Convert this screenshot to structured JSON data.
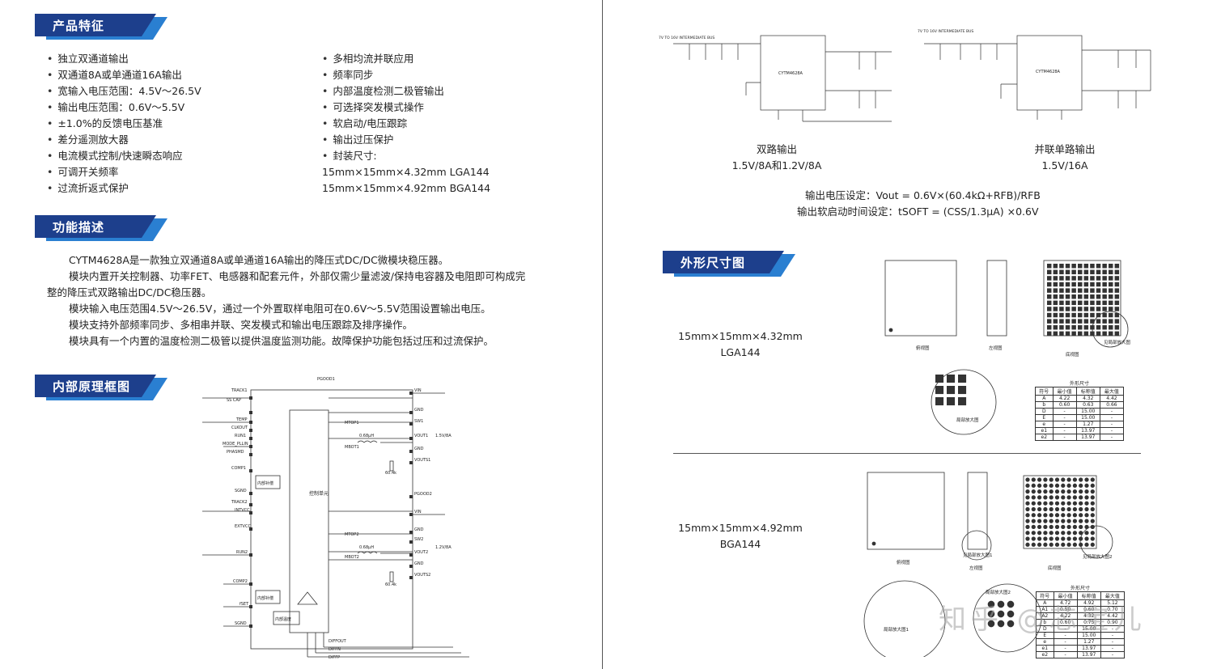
{
  "sections": {
    "features_title": "产品特征",
    "desc_title": "功能描述",
    "block_title": "内部原理框图",
    "outline_title": "外形尺寸图"
  },
  "features_left": [
    "独立双通道输出",
    "双通道8A或单通道16A输出",
    "宽输入电压范围：4.5V～26.5V",
    "输出电压范围：0.6V～5.5V",
    "±1.0%的反馈电压基准",
    "差分遥测放大器",
    "电流模式控制/快速瞬态响应",
    "可调开关频率",
    "过流折返式保护"
  ],
  "features_right": [
    "多相均流并联应用",
    "频率同步",
    "内部温度检测二极管输出",
    "可选择突发模式操作",
    "软启动/电压跟踪",
    "输出过压保护",
    "封装尺寸:"
  ],
  "package_lines": [
    "15mm×15mm×4.32mm LGA144",
    "15mm×15mm×4.92mm BGA144"
  ],
  "description": [
    "CYTM4628A是一款独立双通道8A或单通道16A输出的降压式DC/DC微模块稳压器。",
    "模块内置开关控制器、功率FET、电感器和配套元件，外部仅需少量滤波/保持电容器及电阻即可构成完",
    "整的降压式双路输出DC/DC稳压器。",
    "模块输入电压范围4.5V～26.5V，通过一个外置取样电阻可在0.6V～5.5V范围设置输出电压。",
    "模块支持外部频率同步、多相串并联、突发模式和输出电压跟踪及排序操作。",
    "模块具有一个内置的温度检测二极管以提供温度监测功能。故障保护功能包括过压和过流保护。"
  ],
  "app_circuits": {
    "dual_title": "双路输出",
    "dual_sub": "1.5V/8A和1.2V/8A",
    "single_title": "并联单路输出",
    "single_sub": "1.5V/16A",
    "formula1": "输出电压设定：Vout = 0.6V×(60.4kΩ+RFB)/RFB",
    "formula2": "输出软启动时间设定：tSOFT =  (CSS/1.3μA) ×0.6V",
    "chip_label": "CYTM4628A",
    "input_label": "7V TO 16V INTERMEDIATE BUS"
  },
  "block_diagram": {
    "core_label": "控制单元",
    "osc_label": "内部补偿",
    "temp_label": "内部温度",
    "ref_label": "内部补偿",
    "pgood": "PGOOD1",
    "pins_left": [
      "TRACK1",
      "SS CAP",
      "TEMP",
      "CLKOUT",
      "RUN1",
      "MODE_PLLIN",
      "PHASMD",
      "COMP1",
      "SGND",
      "TRACK2",
      "INTVCC",
      "EXTVCC",
      "RUN2",
      "COMP2",
      "fSET",
      "SGND"
    ],
    "pins_right": [
      "VIN",
      "GND",
      "SW1",
      "VOUT1",
      "GND",
      "VOUTS1",
      "PGOOD2",
      "VIN",
      "GND",
      "SW2",
      "VOUT2",
      "GND",
      "VOUTS2"
    ],
    "bottom_pins": [
      "DIFFOUT",
      "DIFFN",
      "DIFFP"
    ],
    "parts": [
      "MTOP1",
      "MBOT1",
      "MTOP2",
      "MBOT2",
      "0.68μH",
      "0.68μH",
      "1.5V/8A",
      "1.2V/8A",
      "60.4k",
      "60.4k"
    ]
  },
  "outline": {
    "lga_label1": "15mm×15mm×4.32mm",
    "lga_label2": "LGA144",
    "bga_label1": "15mm×15mm×4.92mm",
    "bga_label2": "BGA144",
    "views": {
      "top": "俯视图",
      "side": "左视图",
      "bottom": "底视图",
      "detail1": "局部放大图",
      "see_detail": "见局部放大图",
      "detail_bga1": "局部放大图1",
      "detail_bga2": "局部放大图2",
      "see_detail1": "见局部放大图1",
      "see_detail2": "见局部放大图2"
    },
    "table_title": "外形尺寸",
    "table_headers": [
      "符号",
      "最小值",
      "标称值",
      "最大值"
    ],
    "lga_rows": [
      [
        "A",
        "4.22",
        "4.32",
        "4.42"
      ],
      [
        "b",
        "0.60",
        "0.63",
        "0.66"
      ],
      [
        "D",
        "-",
        "15.00",
        "-"
      ],
      [
        "E",
        "-",
        "15.00",
        "-"
      ],
      [
        "e",
        "-",
        "1.27",
        "-"
      ],
      [
        "e1",
        "-",
        "13.97",
        "-"
      ],
      [
        "e2",
        "-",
        "13.97",
        "-"
      ]
    ],
    "bga_rows": [
      [
        "A",
        "4.72",
        "4.92",
        "5.12"
      ],
      [
        "A1",
        "0.50",
        "0.60",
        "0.70"
      ],
      [
        "A2",
        "4.22",
        "4.32",
        "4.42"
      ],
      [
        "b",
        "0.60",
        "0.75",
        "0.90"
      ],
      [
        "D",
        "-",
        "15.00",
        "-"
      ],
      [
        "E",
        "-",
        "15.00",
        "-"
      ],
      [
        "e",
        "-",
        "1.27",
        "-"
      ],
      [
        "e1",
        "-",
        "13.97",
        "-"
      ],
      [
        "e2",
        "-",
        "13.97",
        "-"
      ]
    ]
  },
  "watermark": "知乎 @芯宝儿"
}
